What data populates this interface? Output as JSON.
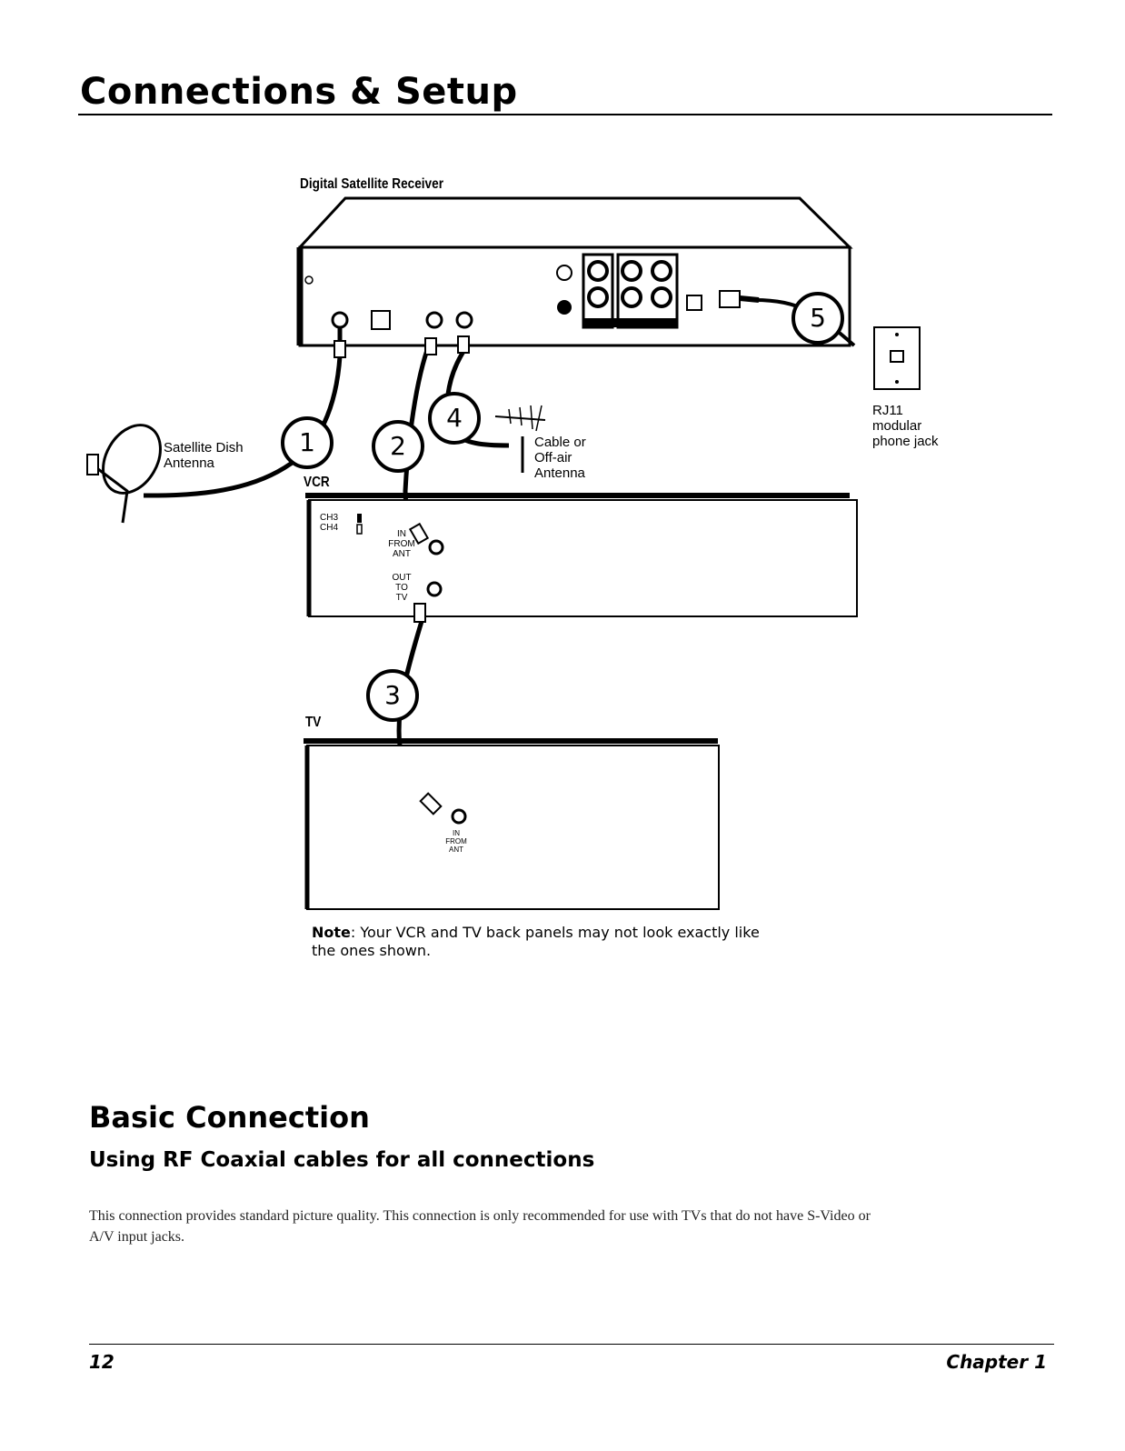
{
  "header": {
    "title": "Connections & Setup"
  },
  "diagram": {
    "receiver_label": "Digital Satellite Receiver",
    "vcr_label": "VCR",
    "tv_label": "TV",
    "dish_label": [
      "Satellite Dish",
      "Antenna"
    ],
    "antenna_label": [
      "Cable or",
      "Off-air",
      "Antenna"
    ],
    "phone_jack_label": [
      "RJ11",
      "modular",
      "phone jack"
    ],
    "callouts": [
      "1",
      "2",
      "3",
      "4",
      "5"
    ],
    "vcr_panel": {
      "switch_labels": [
        "CH3",
        "CH4"
      ],
      "in_label": [
        "IN",
        "FROM",
        "ANT"
      ],
      "out_label": [
        "OUT",
        "TO",
        "TV"
      ]
    },
    "tv_panel": {
      "in_label": [
        "IN",
        "FROM",
        "ANT"
      ]
    }
  },
  "note": {
    "label": "Note",
    "text": ": Your VCR and TV back panels may not look exactly like the ones shown."
  },
  "section": {
    "title": "Basic Connection",
    "subtitle": "Using RF Coaxial cables for all connections",
    "body": "This connection provides standard picture quality. This connection is only recommended for use with TVs that do not have S-Video or A/V input jacks."
  },
  "footer": {
    "page_number": "12",
    "chapter": "Chapter 1"
  }
}
